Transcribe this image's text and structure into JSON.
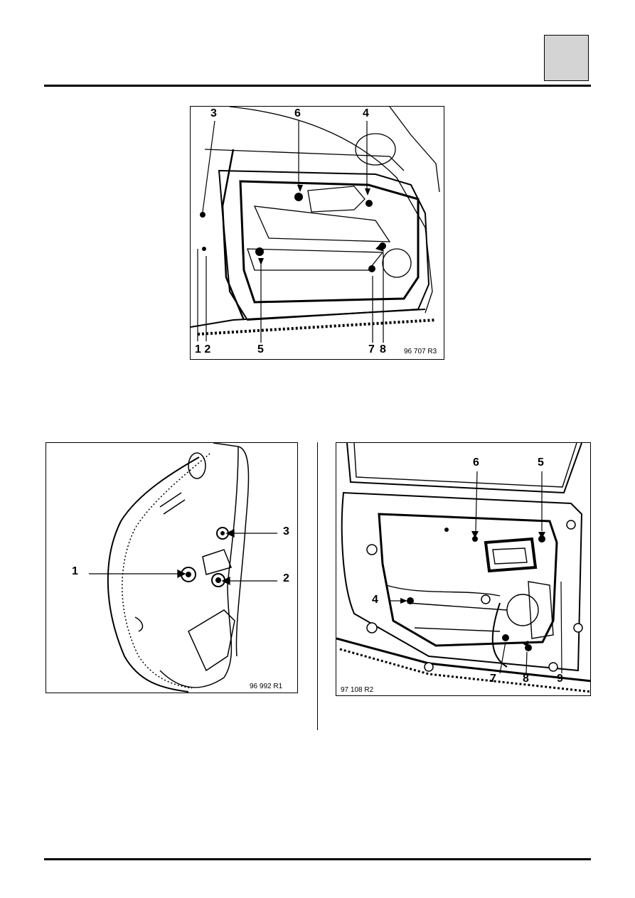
{
  "figures": {
    "top": {
      "ref_code": "96 707 R3",
      "callouts": {
        "c3": "3",
        "c6": "6",
        "c4": "4",
        "c12": "1 2",
        "c5": "5",
        "c7": "7",
        "c8": "8"
      }
    },
    "left": {
      "ref_code": "96 992 R1",
      "callouts": {
        "c1": "1",
        "c2": "2",
        "c3": "3"
      }
    },
    "right": {
      "ref_code": "97 108 R2",
      "callouts": {
        "c6": "6",
        "c5": "5",
        "c4": "4",
        "c7": "7",
        "c8": "8",
        "c9": "9"
      }
    }
  }
}
